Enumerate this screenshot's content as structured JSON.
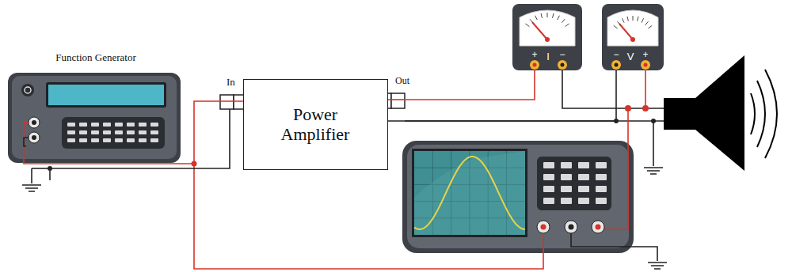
{
  "diagram": {
    "nodes": [
      {
        "text": [
          "Function Generator"
        ]
      },
      {
        "text": [
          "Power Amplifier"
        ]
      },
      {
        "text": [
          "+",
          "I",
          "−"
        ]
      },
      {
        "text": [
          "−",
          "V",
          "+"
        ]
      }
    ],
    "edges": [
      {
        "from": 0,
        "to": 1,
        "arrow": "none"
      },
      {
        "from": 1,
        "to": 2,
        "arrow": "none"
      },
      {
        "from": 1,
        "to": 3,
        "arrow": "none"
      }
    ],
    "labels": [
      "In",
      "Out"
    ]
  }
}
